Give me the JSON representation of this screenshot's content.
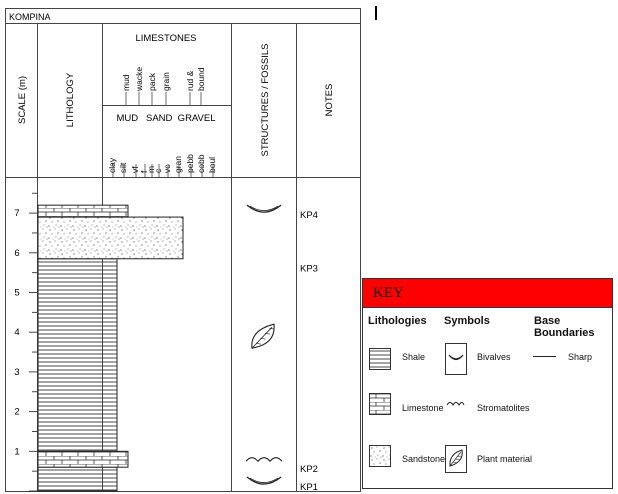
{
  "section": {
    "name": "KOMPINA"
  },
  "headers": {
    "scale": "SCALE (m)",
    "lithology": "LITHOLOGY",
    "limestones": "LIMESTONES",
    "limestone_types": [
      "mud",
      "wacke",
      "pack",
      "grain",
      "rud &",
      "bound"
    ],
    "clastic_groups": "MUD   SAND  GRAVEL",
    "grain_sizes": [
      "clay",
      "silt",
      "vf",
      "f",
      "m",
      "c",
      "vc",
      "gran",
      "pebb",
      "cobb",
      "boul"
    ],
    "structures": "STRUCTURES / FOSSILS",
    "notes": "NOTES"
  },
  "scale_ticks": [
    "1",
    "2",
    "3",
    "4",
    "5",
    "6",
    "7"
  ],
  "beds": [
    {
      "type": "shale",
      "from_m": 0,
      "to_m": 0.6,
      "grain_size": "clay"
    },
    {
      "type": "limestone",
      "from_m": 0.6,
      "to_m": 1.0,
      "grain_size": "silt"
    },
    {
      "type": "shale",
      "from_m": 1.0,
      "to_m": 5.85,
      "grain_size": "clay"
    },
    {
      "type": "sandstone",
      "from_m": 5.85,
      "to_m": 6.9,
      "grain_size": "gran"
    },
    {
      "type": "limestone",
      "from_m": 6.9,
      "to_m": 7.2,
      "grain_size": "silt"
    }
  ],
  "fossils": [
    {
      "symbol": "bivalves",
      "at_m": 0.2
    },
    {
      "symbol": "stromatolites",
      "at_m": 0.75
    },
    {
      "symbol": "plant-material",
      "at_m": 3.9
    },
    {
      "symbol": "bivalves",
      "at_m": 7.05
    }
  ],
  "notes": [
    {
      "label": "KP1",
      "at_m": 0.1
    },
    {
      "label": "KP2",
      "at_m": 0.55
    },
    {
      "label": "KP3",
      "at_m": 5.6
    },
    {
      "label": "KP4",
      "at_m": 6.95
    }
  ],
  "key": {
    "title": "KEY",
    "headers": {
      "lithologies": "Lithologies",
      "symbols": "Symbols",
      "boundaries": "Base Boundaries"
    },
    "lithologies": [
      "Shale",
      "Limestone",
      "Sandstone"
    ],
    "symbols": [
      "Bivalves",
      "Stromatolites",
      "Plant material"
    ],
    "boundaries": [
      "Sharp"
    ],
    "accent_color": "#ff0000"
  }
}
